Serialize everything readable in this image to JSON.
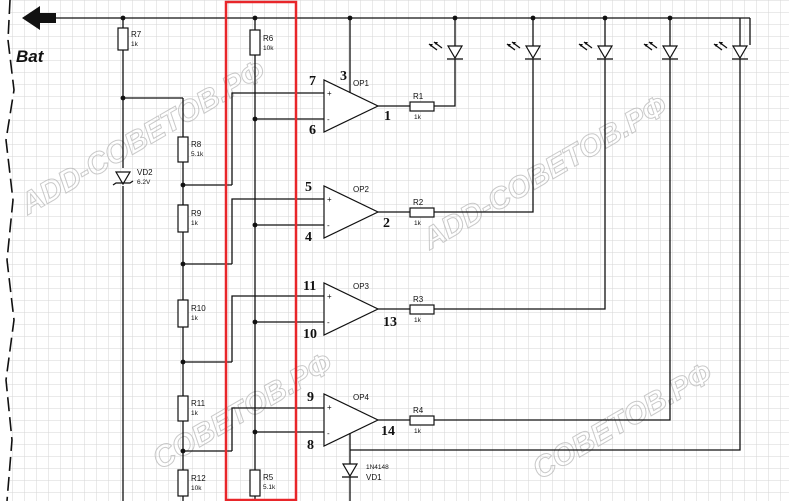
{
  "supply": {
    "label": "Bat"
  },
  "watermarks": [
    "ADD-COBETOB.PФ",
    "ADD-COBETOB.PФ",
    "COBETOB.PФ",
    "COBETOB.PФ"
  ],
  "resistors": {
    "R7": {
      "name": "R7",
      "value": "1k"
    },
    "R6": {
      "name": "R6",
      "value": "10k"
    },
    "R8": {
      "name": "R8",
      "value": "5.1k"
    },
    "R9": {
      "name": "R9",
      "value": "1k"
    },
    "R10": {
      "name": "R10",
      "value": "1k"
    },
    "R11": {
      "name": "R11",
      "value": "1k"
    },
    "R12": {
      "name": "R12",
      "value": "10k"
    },
    "R5": {
      "name": "R5",
      "value": "5.1k"
    },
    "R1": {
      "name": "R1",
      "value": "1k"
    },
    "R2": {
      "name": "R2",
      "value": "1k"
    },
    "R3": {
      "name": "R3",
      "value": "1k"
    },
    "R4": {
      "name": "R4",
      "value": "1k"
    }
  },
  "zener": {
    "name": "VD2",
    "value": "6.2V"
  },
  "diode": {
    "name": "VD1",
    "value": "1N4148"
  },
  "opamps": {
    "op1": {
      "name": "OP1",
      "plus_pin": "7",
      "minus_pin": "6",
      "out_pin": "1",
      "supply_pin": "3"
    },
    "op2": {
      "name": "OP2",
      "plus_pin": "5",
      "minus_pin": "4",
      "out_pin": "2"
    },
    "op3": {
      "name": "OP3",
      "plus_pin": "11",
      "minus_pin": "10",
      "out_pin": "13"
    },
    "op4": {
      "name": "OP4",
      "plus_pin": "9",
      "minus_pin": "8",
      "out_pin": "14"
    }
  },
  "symbols": {
    "plus": "+",
    "minus": "-"
  },
  "colors": {
    "grid": "#d6d6d6",
    "wire": "#111111",
    "highlight": "#e8262a"
  }
}
